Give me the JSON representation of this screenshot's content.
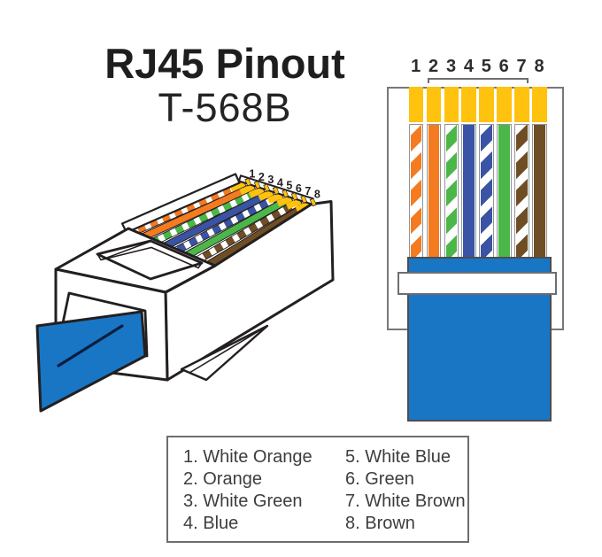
{
  "title": {
    "main": "RJ45 Pinout",
    "sub": "T-568B"
  },
  "pin_numbers": [
    "1",
    "2",
    "3",
    "4",
    "5",
    "6",
    "7",
    "8"
  ],
  "wires": [
    {
      "pin": "1",
      "name": "White Orange",
      "style": "striped",
      "base": "orange"
    },
    {
      "pin": "2",
      "name": "Orange",
      "style": "solid",
      "base": "orange"
    },
    {
      "pin": "3",
      "name": "White Green",
      "style": "striped",
      "base": "green"
    },
    {
      "pin": "4",
      "name": "Blue",
      "style": "solid",
      "base": "blue"
    },
    {
      "pin": "5",
      "name": "White Blue",
      "style": "striped",
      "base": "blue"
    },
    {
      "pin": "6",
      "name": "Green",
      "style": "solid",
      "base": "green"
    },
    {
      "pin": "7",
      "name": "White Brown",
      "style": "striped",
      "base": "brown"
    },
    {
      "pin": "8",
      "name": "Brown",
      "style": "solid",
      "base": "brown"
    }
  ],
  "legend": {
    "left_column": [
      "1. White Orange",
      "2. Orange",
      "3. White Green",
      "4. Blue"
    ],
    "right_column": [
      "5. White Blue",
      "6. Green",
      "7. White Brown",
      "8. Brown"
    ]
  },
  "colors": {
    "orange": "#F47B20",
    "green": "#4BB748",
    "blue": "#3A53A4",
    "brown": "#6F4E25",
    "pin-yellow": "#FFC20E",
    "cable-blue": "#1976C5",
    "outline": "#231F20"
  }
}
